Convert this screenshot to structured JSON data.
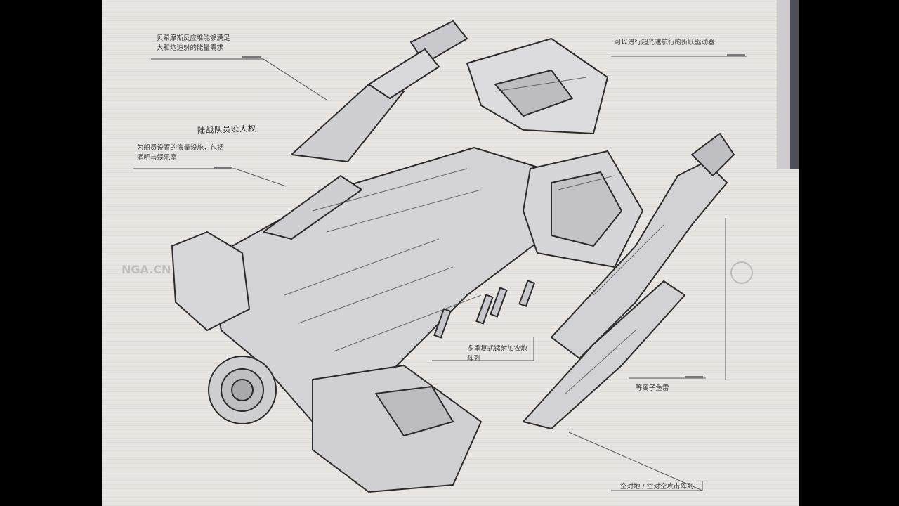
{
  "annotations": {
    "power_reactor": "贝希摩斯反应堆能够满足\n大和炮速射的能量需求",
    "warp_drive": "可以进行超光速航行的折跃驱动器",
    "crew_facilities": "为船员设置的海量设施，包括\n酒吧与娱乐室",
    "handwritten_note": "陆战队员没人权",
    "cloak_array": "多重复式镭射加农炮\n阵列",
    "ion_torpedo": "等离子鱼雷",
    "air_ground_array": "空对地 / 空对空攻击阵列"
  },
  "watermark": "NGA.CN"
}
